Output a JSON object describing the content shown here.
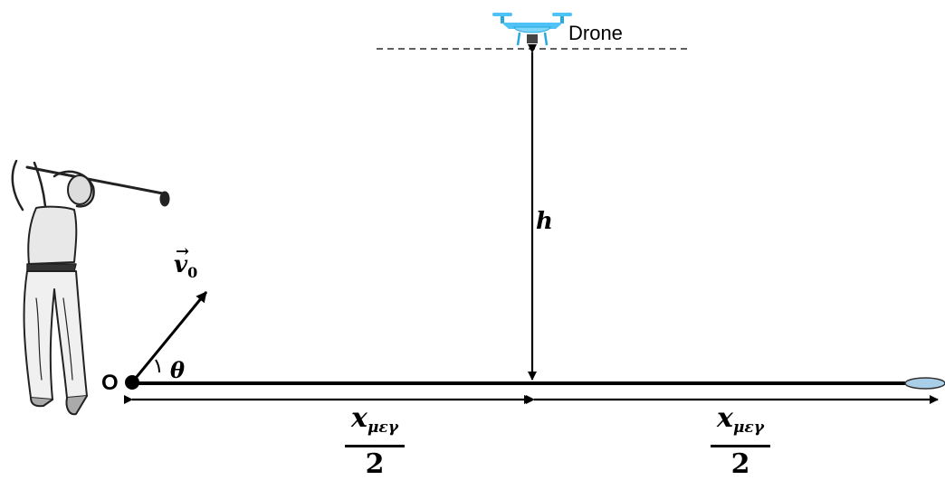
{
  "drone_label": "Drone",
  "origin_label": "O",
  "height_label": "h",
  "velocity_label": "v",
  "velocity_subscript": "0",
  "angle_label": "θ",
  "distance_numerator": "x",
  "distance_subscript": "μεγ",
  "distance_denominator": "2",
  "colors": {
    "line": "#000000",
    "drone": "#4fc3f7",
    "hole": "#a9cfe8"
  },
  "icons": [
    "golfer-figure",
    "drone-icon",
    "golf-hole-icon"
  ]
}
